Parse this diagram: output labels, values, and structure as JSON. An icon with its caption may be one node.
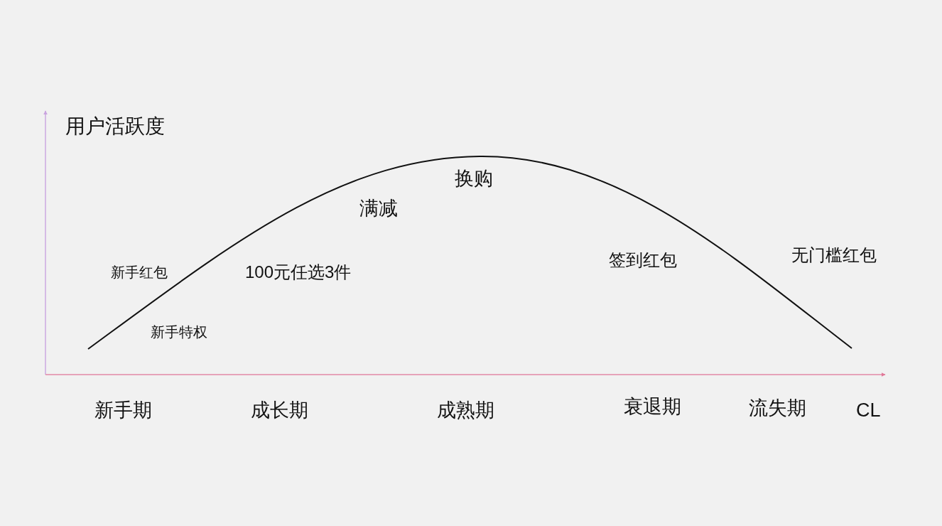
{
  "diagram": {
    "labels": [
      "用户活跃度",
      "换购",
      "满减",
      "新手红包",
      "100元任选3件",
      "签到红包",
      "无门槛红包",
      "新手特权",
      "新手期",
      "成长期",
      "成熟期",
      "衰退期",
      "流失期",
      "CL"
    ]
  }
}
